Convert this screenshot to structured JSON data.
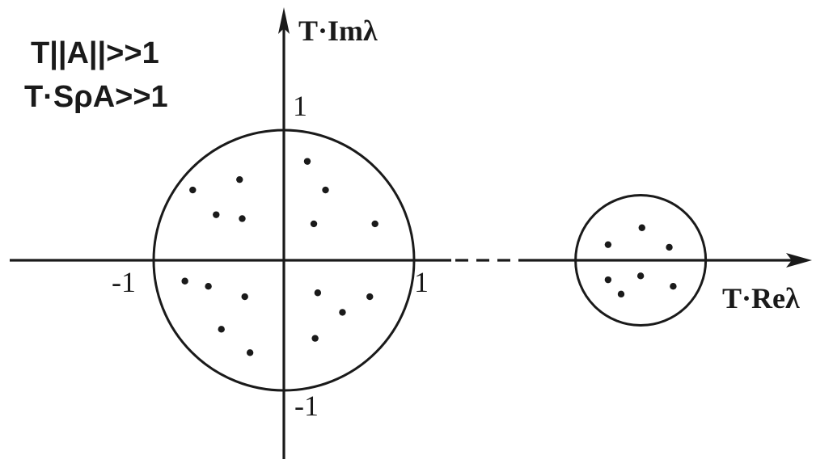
{
  "conditions": {
    "norm": "T||A||>>1",
    "spectral_radius": "T·SρA>>1"
  },
  "axes": {
    "x_label": "T·Reλ",
    "y_label": "T·Imλ"
  },
  "ticks": {
    "x_neg": "-1",
    "x_pos": "1",
    "y_pos": "1",
    "y_neg": "-1"
  },
  "circles": [
    {
      "name": "unit-circle",
      "center": [
        0,
        0
      ],
      "radius": 1
    },
    {
      "name": "far-cluster-circle",
      "center": [
        2.74,
        0
      ],
      "radius": 0.5
    }
  ],
  "points": [
    [
      0.18,
      0.76
    ],
    [
      0.32,
      0.54
    ],
    [
      0.23,
      0.28
    ],
    [
      0.7,
      0.28
    ],
    [
      -0.7,
      0.54
    ],
    [
      -0.34,
      0.62
    ],
    [
      -0.52,
      0.35
    ],
    [
      -0.32,
      0.32
    ],
    [
      -0.76,
      -0.16
    ],
    [
      -0.58,
      -0.2
    ],
    [
      -0.3,
      -0.28
    ],
    [
      -0.48,
      -0.53
    ],
    [
      -0.26,
      -0.71
    ],
    [
      0.26,
      -0.25
    ],
    [
      0.45,
      -0.4
    ],
    [
      0.66,
      -0.28
    ],
    [
      0.24,
      -0.6
    ],
    [
      2.75,
      0.25
    ],
    [
      2.49,
      0.12
    ],
    [
      2.96,
      0.1
    ],
    [
      2.49,
      -0.15
    ],
    [
      2.74,
      -0.12
    ],
    [
      2.59,
      -0.26
    ],
    [
      2.99,
      -0.2
    ]
  ]
}
